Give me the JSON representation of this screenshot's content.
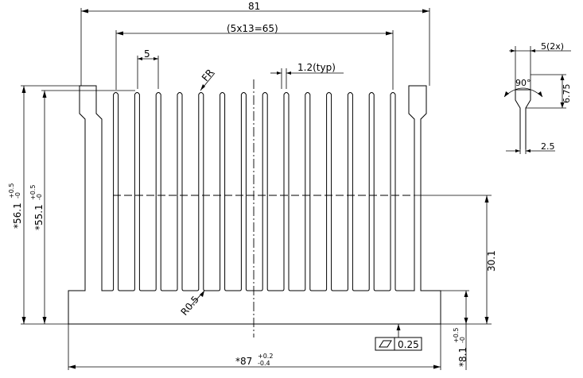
{
  "dims": {
    "overall_fin_span": "81",
    "fin_pitch_group": "(5x13=65)",
    "fin_pitch": "5",
    "fin_radius": "FR",
    "fin_thickness": "1.2(typ)",
    "side_fin_width": "5(2x)",
    "side_angle": "90°",
    "side_height": "6.75",
    "side_thickness": "2.5",
    "height_56": "*56.1",
    "height_56_tol_upper": "+0.5",
    "height_56_tol_lower": "-0",
    "height_55": "*55.1",
    "height_55_tol_upper": "+0.5",
    "height_55_tol_lower": "-0",
    "inner_height": "30.1",
    "root_radius": "R0.5",
    "base_width": "*87",
    "base_width_tol_upper": "+0.2",
    "base_width_tol_lower": "-0.4",
    "base_thickness": "*8.1",
    "base_thickness_tol_upper": "+0.5",
    "base_thickness_tol_lower": "-0",
    "flatness_value": "0.25"
  }
}
